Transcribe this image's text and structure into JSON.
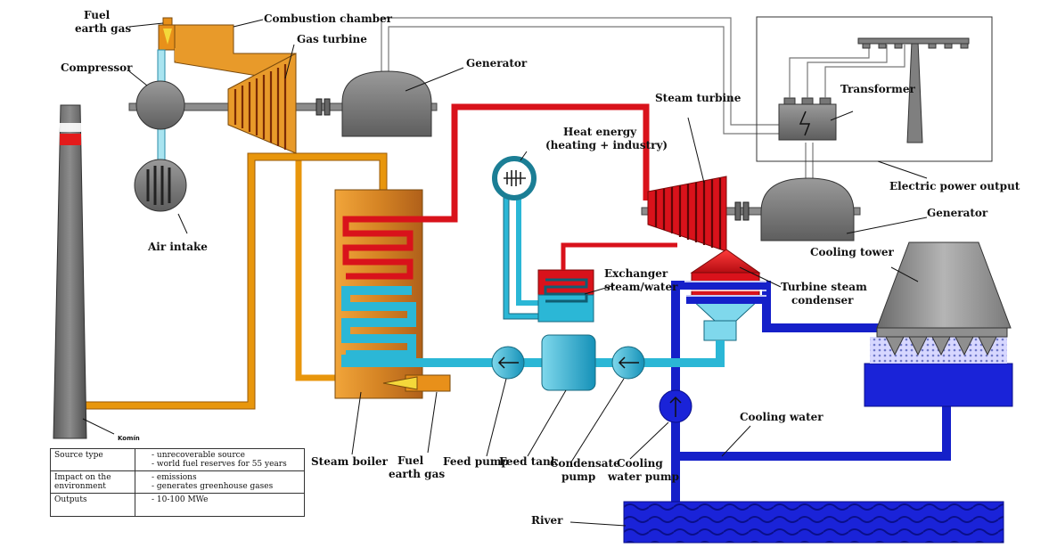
{
  "labels": {
    "fuel_top_1": "Fuel",
    "fuel_top_2": "earth gas",
    "combustion_chamber": "Combustion chamber",
    "gas_turbine": "Gas turbine",
    "compressor": "Compressor",
    "generator_1": "Generator",
    "air_intake": "Air intake",
    "steam_turbine": "Steam turbine",
    "transformer": "Transformer",
    "heat_energy_1": "Heat energy",
    "heat_energy_2": "(heating + industry)",
    "electric_output": "Electric power output",
    "generator_2": "Generator",
    "cooling_tower": "Cooling tower",
    "exchanger_1": "Exchanger",
    "exchanger_2": "steam/water",
    "turbine_condenser_1": "Turbine steam",
    "turbine_condenser_2": "condenser",
    "cooling_water": "Cooling water",
    "komin": "Komín",
    "steam_boiler": "Steam boiler",
    "fuel_bottom_1": "Fuel",
    "fuel_bottom_2": "earth gas",
    "feed_pump": "Feed pump",
    "feed_tank": "Feed tank",
    "condensate_pump_1": "Condensate",
    "condensate_pump_2": "pump",
    "cooling_pump_1": "Cooling",
    "cooling_pump_2": "water pump",
    "river": "River"
  },
  "table": {
    "rows": [
      {
        "key": "Source type",
        "values": [
          "unrecoverable source",
          "world fuel reserves for 55 years"
        ]
      },
      {
        "key": "Impact on the environment",
        "values": [
          "emissions",
          "generates greenhouse gases"
        ]
      },
      {
        "key": "Outputs",
        "values": [
          "10-100 MWe"
        ]
      }
    ]
  },
  "colors": {
    "orange_pipe": "#e8960c",
    "red_steam": "#d9121b",
    "cyan_water": "#2bb7d6",
    "blue_cooling": "#1520c9",
    "gray_equipment": "#7f7f7f"
  }
}
